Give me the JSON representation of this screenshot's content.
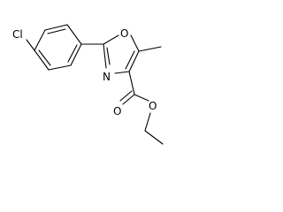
{
  "atoms": {
    "chlorine": "Cl",
    "oxazole_oxygen": "O",
    "oxazole_nitrogen": "N",
    "carbonyl_oxygen": "O",
    "ester_oxygen": "O"
  },
  "colors": {
    "bond": "#000000",
    "label": "#000000",
    "background": "#ffffff"
  }
}
